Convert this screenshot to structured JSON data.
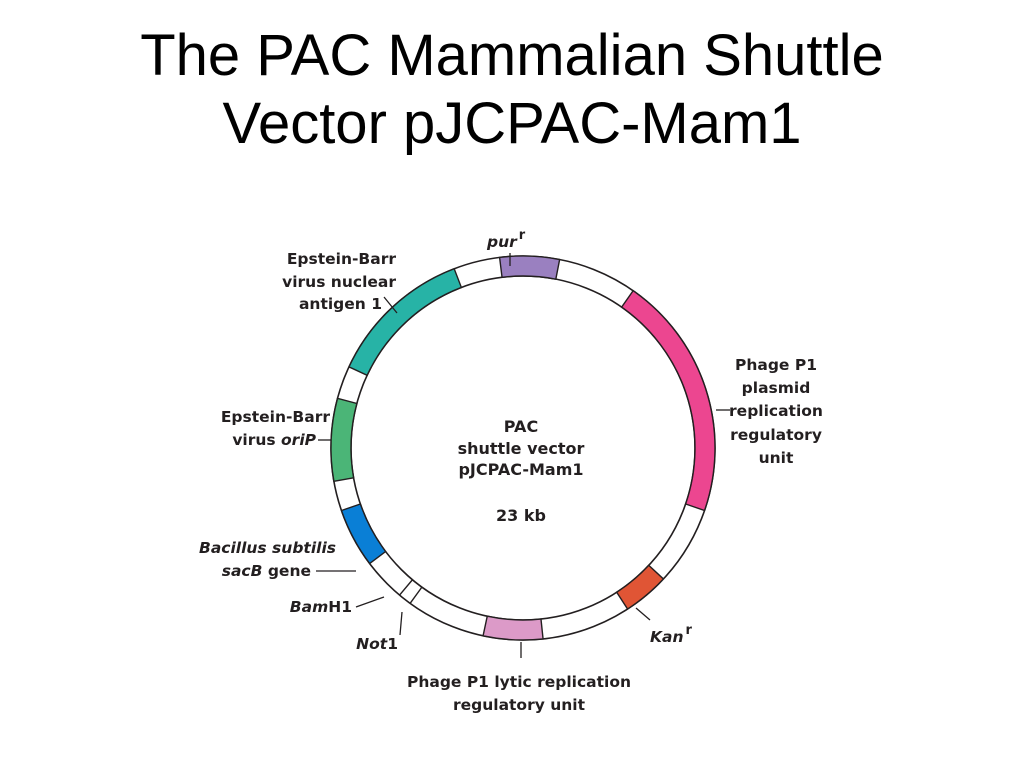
{
  "title": {
    "line1": "The PAC Mammalian Shuttle",
    "line2": "Vector pJCPAC-Mam1"
  },
  "center": {
    "line1": "PAC",
    "line2": "shuttle vector",
    "line3": "pJCPAC-Mam1",
    "size": "23 kb"
  },
  "labels": {
    "pur": {
      "main": "pur",
      "sup": "r"
    },
    "ebna": {
      "l1": "Epstein-Barr",
      "l2": "virus nuclear",
      "l3": "antigen 1"
    },
    "orip": {
      "l1": "Epstein-Barr",
      "l2a": "virus ",
      "l2b": "oriP"
    },
    "sacb": {
      "l1": "Bacillus subtilis",
      "l2a": "sacB",
      "l2b": " gene"
    },
    "bamh1": {
      "a": "Bam",
      "b": "H1"
    },
    "not1": {
      "a": "Not",
      "b": "1"
    },
    "lytic": {
      "l1": "Phage P1 lytic replication",
      "l2": "regulatory unit"
    },
    "kan": {
      "main": "Kan",
      "sup": "r"
    },
    "p1plasmid": {
      "l1": "Phage P1",
      "l2": "plasmid",
      "l3": "replication",
      "l4": "regulatory",
      "l5": "unit"
    }
  },
  "segments": [
    {
      "name": "pur-segment",
      "start": 353,
      "end": 11,
      "color": "#9a80c0"
    },
    {
      "name": "p1-plasmid-segment",
      "start": 35,
      "end": 109,
      "color": "#ec4690"
    },
    {
      "name": "kan-segment",
      "start": 133,
      "end": 147,
      "color": "#e05535"
    },
    {
      "name": "lytic-segment",
      "start": 174,
      "end": 192,
      "color": "#dc9ac8"
    },
    {
      "name": "bacillus-sacb-segment",
      "start": 233,
      "end": 251,
      "color": "#0a7fd6"
    },
    {
      "name": "orip-segment",
      "start": 260,
      "end": 285,
      "color": "#4bb577"
    },
    {
      "name": "ebna-segment",
      "start": 295,
      "end": 339,
      "color": "#27b3a6"
    }
  ],
  "ticks": [
    {
      "name": "bamh1-site",
      "angle": 220
    },
    {
      "name": "not1-site",
      "angle": 216
    }
  ]
}
